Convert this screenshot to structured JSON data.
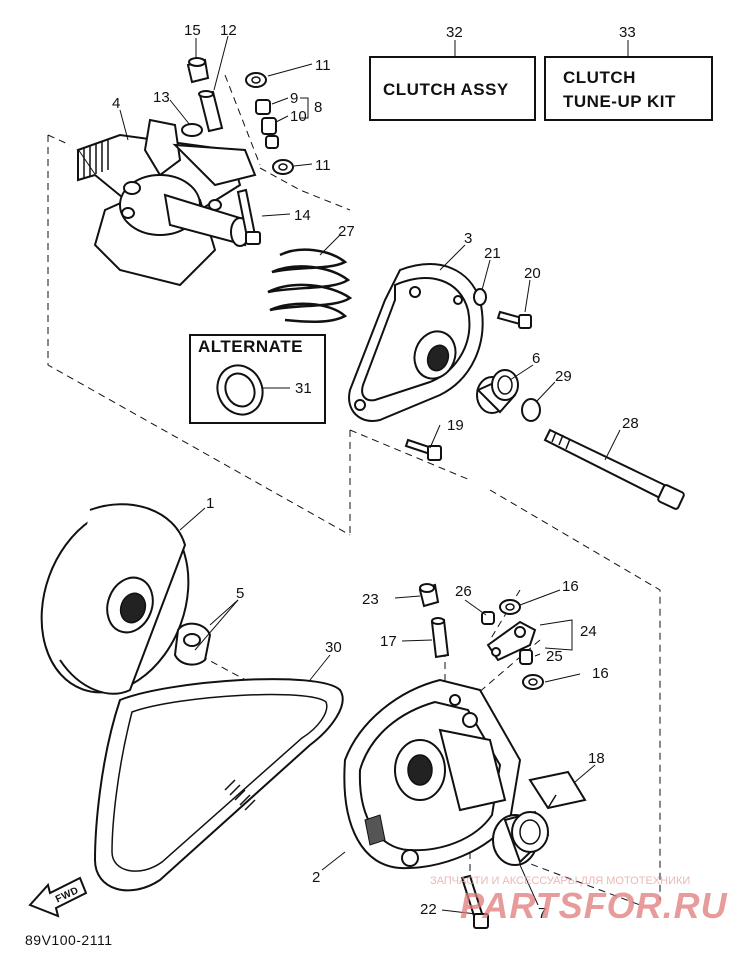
{
  "boxes": {
    "clutch_assy": {
      "number": "32",
      "label": "CLUTCH ASSY"
    },
    "tune_up_kit": {
      "number": "33",
      "line1": "CLUTCH",
      "line2": "TUNE-UP KIT"
    },
    "alternate": {
      "label": "ALTERNATE",
      "part": "31"
    }
  },
  "callouts": [
    "15",
    "12",
    "4",
    "13",
    "11",
    "9",
    "8",
    "10",
    "11",
    "14",
    "27",
    "3",
    "21",
    "20",
    "6",
    "29",
    "19",
    "28",
    "1",
    "5",
    "23",
    "26",
    "16",
    "17",
    "24",
    "25",
    "16",
    "30",
    "18",
    "2",
    "22",
    "7"
  ],
  "fwd_label": "FWD",
  "diagram_code": "89V100-2111",
  "watermark": {
    "line1": "ЗАПЧАСТИ И АКСЕССУАРЫ ДЛЯ МОТОТЕХНИКИ",
    "logo": "PARTSFOR.RU"
  }
}
